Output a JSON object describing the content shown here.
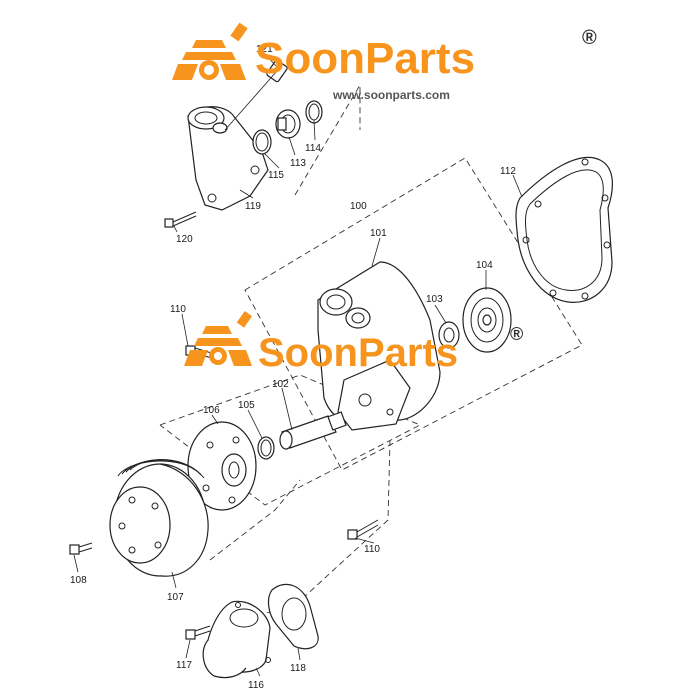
{
  "watermark": {
    "brand": "SoonParts",
    "registered": "®",
    "url": "www.soonparts.com",
    "color": "#f7941d"
  },
  "callouts": {
    "p100": "100",
    "p101": "101",
    "p102": "102",
    "p103": "103",
    "p104": "104",
    "p105": "105",
    "p106": "106",
    "p107": "107",
    "p108": "108",
    "p110a": "110",
    "p110b": "110",
    "p112": "112",
    "p113": "113",
    "p114": "114",
    "p115": "115",
    "p116": "116",
    "p117": "117",
    "p118": "118",
    "p119": "119",
    "p120": "120",
    "p121": "121"
  }
}
